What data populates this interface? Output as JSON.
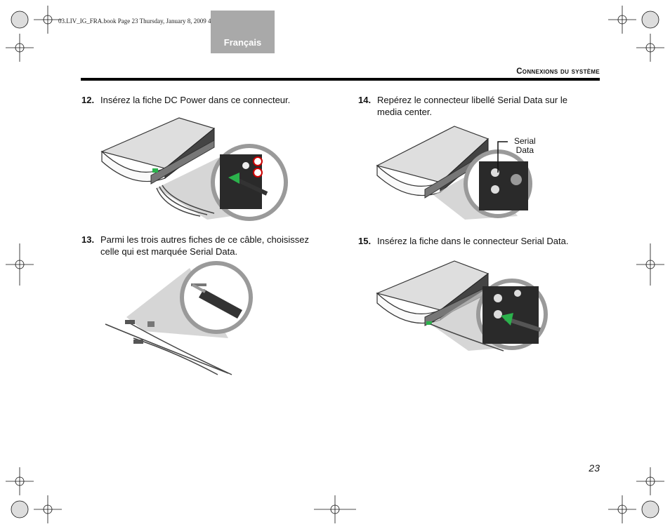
{
  "print_info": "03.LIV_IG_FRA.book  Page 23  Thursday, January 8, 2009  4:07 PM",
  "language_tab": "Français",
  "chapter_title": "Connexions du système",
  "steps": [
    {
      "number": "12.",
      "text": "Insérez la fiche DC Power dans ce connecteur."
    },
    {
      "number": "13.",
      "text": "Parmi les trois autres fiches de ce câble, choisissez celle qui est marquée Serial Data."
    },
    {
      "number": "14.",
      "text": "Repérez le connecteur libellé Serial Data sur le media center."
    },
    {
      "number": "15.",
      "text": "Insérez la fiche dans le connecteur Serial Data."
    }
  ],
  "callout_label": {
    "line1": "Serial",
    "line2": "Data"
  },
  "page_number": "23",
  "colors": {
    "accent_green": "#2bb24c",
    "tab_gray": "#a9a9a9",
    "rule": "#000000"
  }
}
